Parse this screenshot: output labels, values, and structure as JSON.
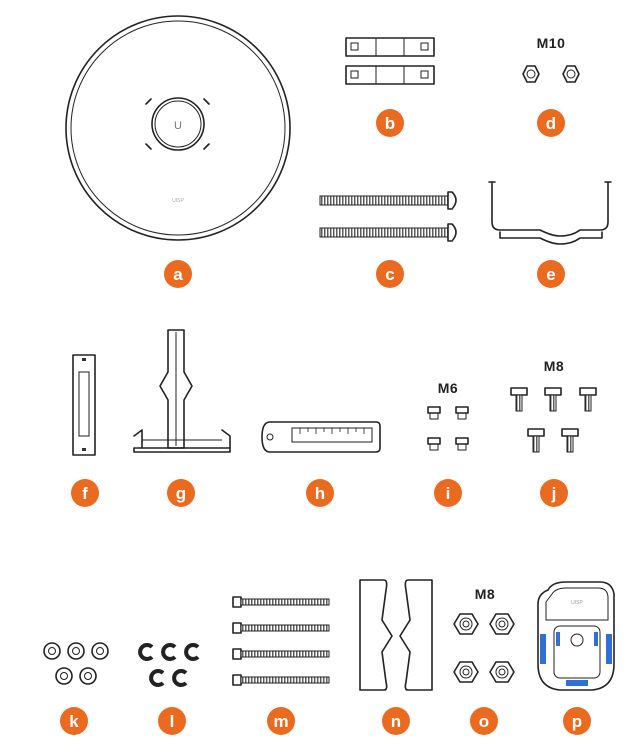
{
  "parts": [
    {
      "id": "a",
      "label": "a"
    },
    {
      "id": "b",
      "label": "b"
    },
    {
      "id": "c",
      "label": "c"
    },
    {
      "id": "d",
      "label": "d",
      "size": "M10"
    },
    {
      "id": "e",
      "label": "e"
    },
    {
      "id": "f",
      "label": "f"
    },
    {
      "id": "g",
      "label": "g"
    },
    {
      "id": "h",
      "label": "h"
    },
    {
      "id": "i",
      "label": "i",
      "size": "M6"
    },
    {
      "id": "j",
      "label": "j",
      "size": "M8"
    },
    {
      "id": "k",
      "label": "k"
    },
    {
      "id": "l",
      "label": "l"
    },
    {
      "id": "m",
      "label": "m"
    },
    {
      "id": "n",
      "label": "n"
    },
    {
      "id": "o",
      "label": "o",
      "size": "M8"
    },
    {
      "id": "p",
      "label": "p"
    }
  ],
  "dish_logo": "U",
  "dish_brand": "UISP",
  "housing_brand": "UISP",
  "colors": {
    "badge": "#ea6a1f",
    "accent": "#2f6fd6",
    "line": "#222222"
  }
}
